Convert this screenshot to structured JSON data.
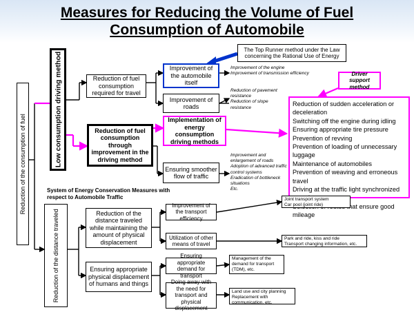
{
  "title": {
    "line1": "Measures for Reducing the Volume of Fuel",
    "line2": "Consumption of Automobile"
  },
  "root": {
    "label": "Reduction of the consumption of fuel"
  },
  "low_method": {
    "label": "Low consumption driving method"
  },
  "distance_branch": {
    "label": "Reduction of the distance traveled"
  },
  "callouts": {
    "top_runner": "The Top Runner method under the Law concerning the Rational Use of Energy",
    "driver_support": "Driver support method"
  },
  "nodes": {
    "fuel_required": "Reduction of fuel consumption required for travel",
    "improve_auto": "Improvement of the automobile itself",
    "improve_roads": "Improvement of roads",
    "energy_driving": "Reduction of fuel consumption through improvement in the driving method",
    "implementation": "Implementation of energy consumption driving methods",
    "smoother_flow": "Ensuring smoother flow of traffic",
    "system_heading": "System of Energy Conservation Measures with respect to Automobile Traffic",
    "reduce_distance": "Reduction of the distance traveled while maintaining the amount of physical displacement",
    "ensure_displacement": "Ensuring appropriate physical displacement of humans and things",
    "transport_efficiency": "Improvement of the transport efficiency",
    "other_means": "Utilization of other means of travel",
    "demand_transport": "Ensuring appropriate demand for transport",
    "doing_away": "Doing away with the need for transport and physical displacement"
  },
  "notes": {
    "engine": [
      "Improvement of the engine",
      "Improvement of transmission efficiency"
    ],
    "pavement": [
      "Reduction of pavement resistance",
      "Reduction of slope resistance"
    ],
    "roads_flow": [
      "Improvement and enlargement of roads",
      "Adoption of advanced traffic control systems",
      "Eradication of bottleneck situations",
      "Etc."
    ]
  },
  "driver_measures": [
    "Reduction of sudden acceleration or deceleration",
    "Switching off the engine during idling",
    "Ensuring appropriate tire pressure",
    "Prevention of revving",
    "Prevention of loading of unnecessary luggage",
    "Maintenance of automobiles",
    "Prevention of weaving and erroneous travel",
    "Driving at the traffic light synchronized speed",
    "Selection of routes that ensure good mileage"
  ],
  "outcomes": {
    "joint": [
      "Joint transport system",
      "Car pool (joint ride)"
    ],
    "park": [
      "Park and ride, kiss and ride",
      "Transport changing information, etc."
    ],
    "tdm": "Management of the demand for transport (TDM), etc.",
    "landuse": [
      "Land use and city planning",
      "Replacement with communication, etc."
    ]
  },
  "colors": {
    "magenta": "#ff00ff",
    "blue": "#0033cc",
    "title_band": "#d9e6f5"
  }
}
